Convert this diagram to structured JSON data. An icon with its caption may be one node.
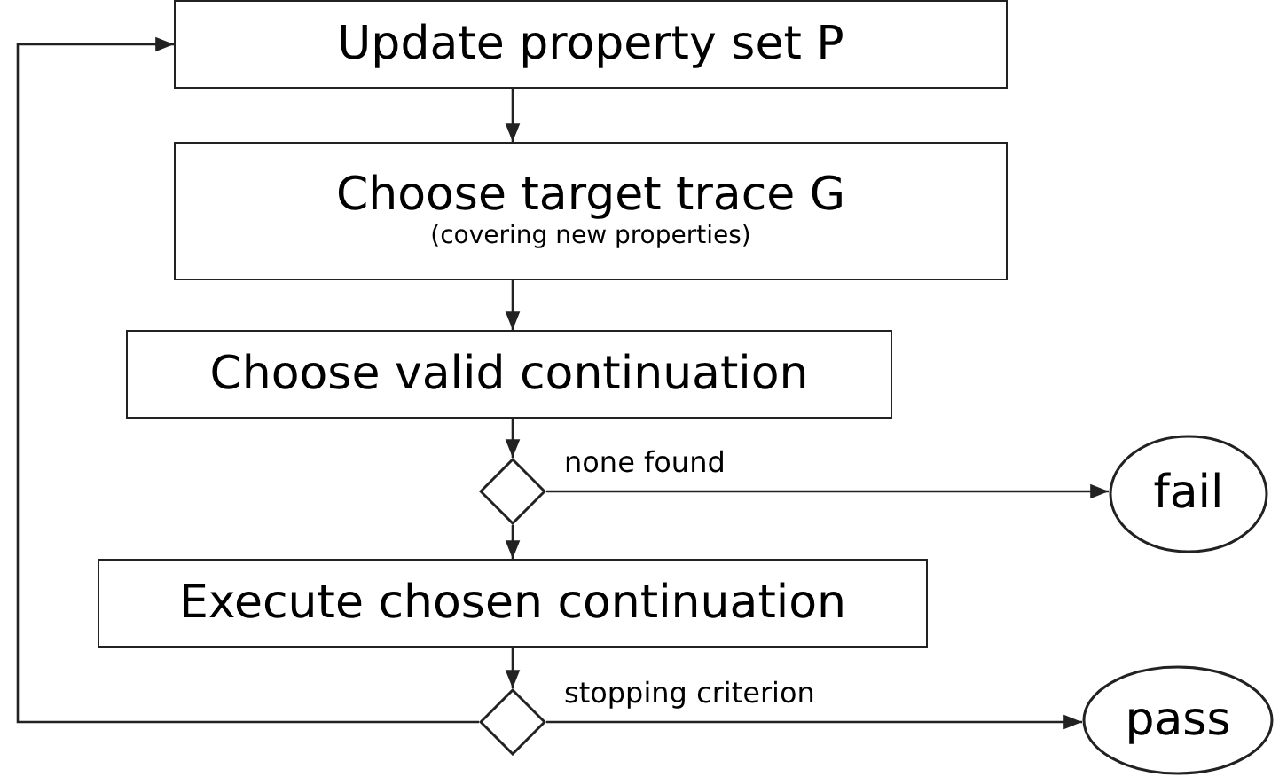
{
  "diagram": {
    "nodes": [
      {
        "text": [
          "Update property set P"
        ]
      },
      {
        "text": [
          "Choose target trace G",
          "(covering new properties)"
        ]
      },
      {
        "text": [
          "Choose valid continuation"
        ]
      },
      {
        "text": [],
        "shape": "diamond"
      },
      {
        "text": [
          "fail"
        ]
      },
      {
        "text": [
          "Execute chosen continuation"
        ]
      },
      {
        "text": [],
        "shape": "diamond"
      },
      {
        "text": [
          "pass"
        ]
      }
    ],
    "edges": [
      {
        "from": 0,
        "to": 1,
        "arrow": "to"
      },
      {
        "from": 1,
        "to": 2,
        "arrow": "to"
      },
      {
        "from": 2,
        "to": 3,
        "arrow": "to"
      },
      {
        "from": 3,
        "to": 4,
        "arrow": "to",
        "label": "none found"
      },
      {
        "from": 3,
        "to": 5,
        "arrow": "to"
      },
      {
        "from": 5,
        "to": 6,
        "arrow": "to"
      },
      {
        "from": 6,
        "to": 7,
        "arrow": "to",
        "label": "stopping criterion"
      },
      {
        "from": 6,
        "to": 0,
        "arrow": "to"
      }
    ]
  }
}
